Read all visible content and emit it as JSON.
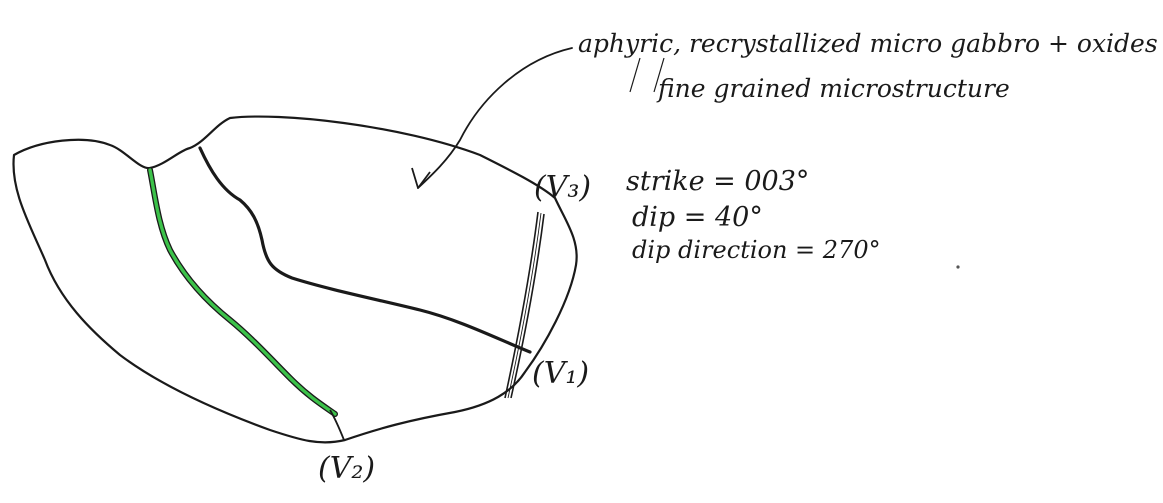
{
  "annotation": {
    "line1": "aphyric, recrystallized micro gabbro + oxides",
    "line2": "fine grained microstructure"
  },
  "orientation": {
    "strike": "strike = 003°",
    "dip": "dip = 40°",
    "dip_direction": "dip direction = 270°"
  },
  "vein_labels": {
    "v1": "(V₁)",
    "v2": "(V₂)",
    "v3": "(V₃)"
  },
  "colors": {
    "ink": "#1a1a1a",
    "green_vein": "#3cc24a"
  }
}
